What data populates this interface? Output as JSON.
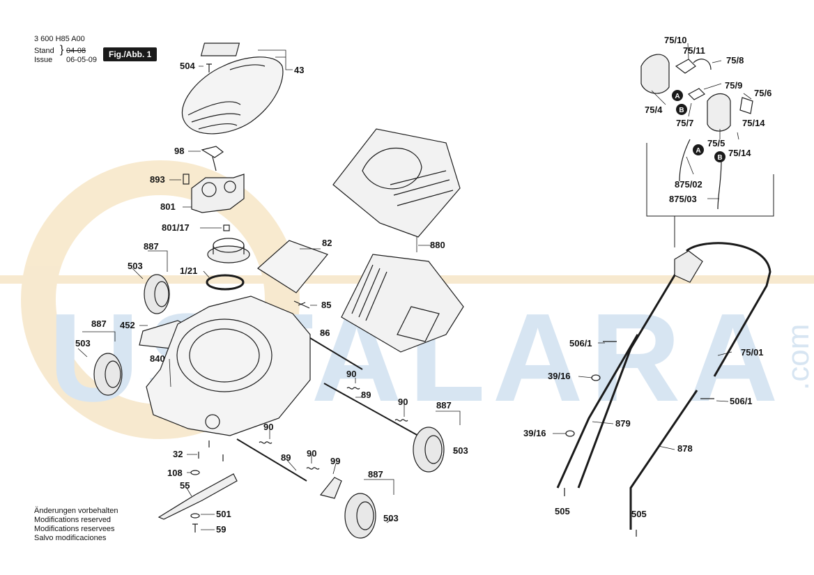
{
  "header": {
    "code": "3 600 H85 A00",
    "stand_label": "Stand",
    "stand_value": "04-08",
    "issue_label": "Issue",
    "issue_value": "06-05-09",
    "figure_label": "Fig./Abb. 1"
  },
  "notes": [
    "Änderungen vorbehalten",
    "Modifications reserved",
    "Modifications reservees",
    "Salvo modificaciones"
  ],
  "watermark": {
    "text": "USTALARA",
    "suffix": ".com"
  },
  "colors": {
    "line": "#1a1a1a",
    "watermark_blue": "#b8d0e8",
    "watermark_orange": "#f2d8a8",
    "badge": "#1a1a1a"
  },
  "part_labels": {
    "p504": "504",
    "p43": "43",
    "p98": "98",
    "p893": "893",
    "p801": "801",
    "p801_17": "801/17",
    "p887a": "887",
    "p503a": "503",
    "p1_21": "1/21",
    "p82": "82",
    "p880": "880",
    "p85": "85",
    "p452": "452",
    "p887b": "887",
    "p503b": "503",
    "p840": "840",
    "p86": "86",
    "p90a": "90",
    "p89a": "89",
    "p90b": "90",
    "p887c": "887",
    "p503c": "503",
    "p90c": "90",
    "p32": "32",
    "p108": "108",
    "p55": "55",
    "p89b": "89",
    "p90d": "90",
    "p99": "99",
    "p887d": "887",
    "p501": "501",
    "p503d": "503",
    "p59": "59",
    "p75_10": "75/10",
    "p75_11": "75/11",
    "p75_8": "75/8",
    "p75_9": "75/9",
    "p75_6": "75/6",
    "p75_4": "75/4",
    "p75_7": "75/7",
    "p75_14a": "75/14",
    "p75_5": "75/5",
    "p75_14b": "75/14",
    "p875_02": "875/02",
    "p875_03": "875/03",
    "p506_1a": "506/1",
    "p75_01": "75/01",
    "p39_16a": "39/16",
    "p506_1b": "506/1",
    "p39_16b": "39/16",
    "p879": "879",
    "p878": "878",
    "p505a": "505",
    "p505b": "505",
    "markA1": "A",
    "markB1": "B",
    "markA2": "A",
    "markB2": "B"
  }
}
